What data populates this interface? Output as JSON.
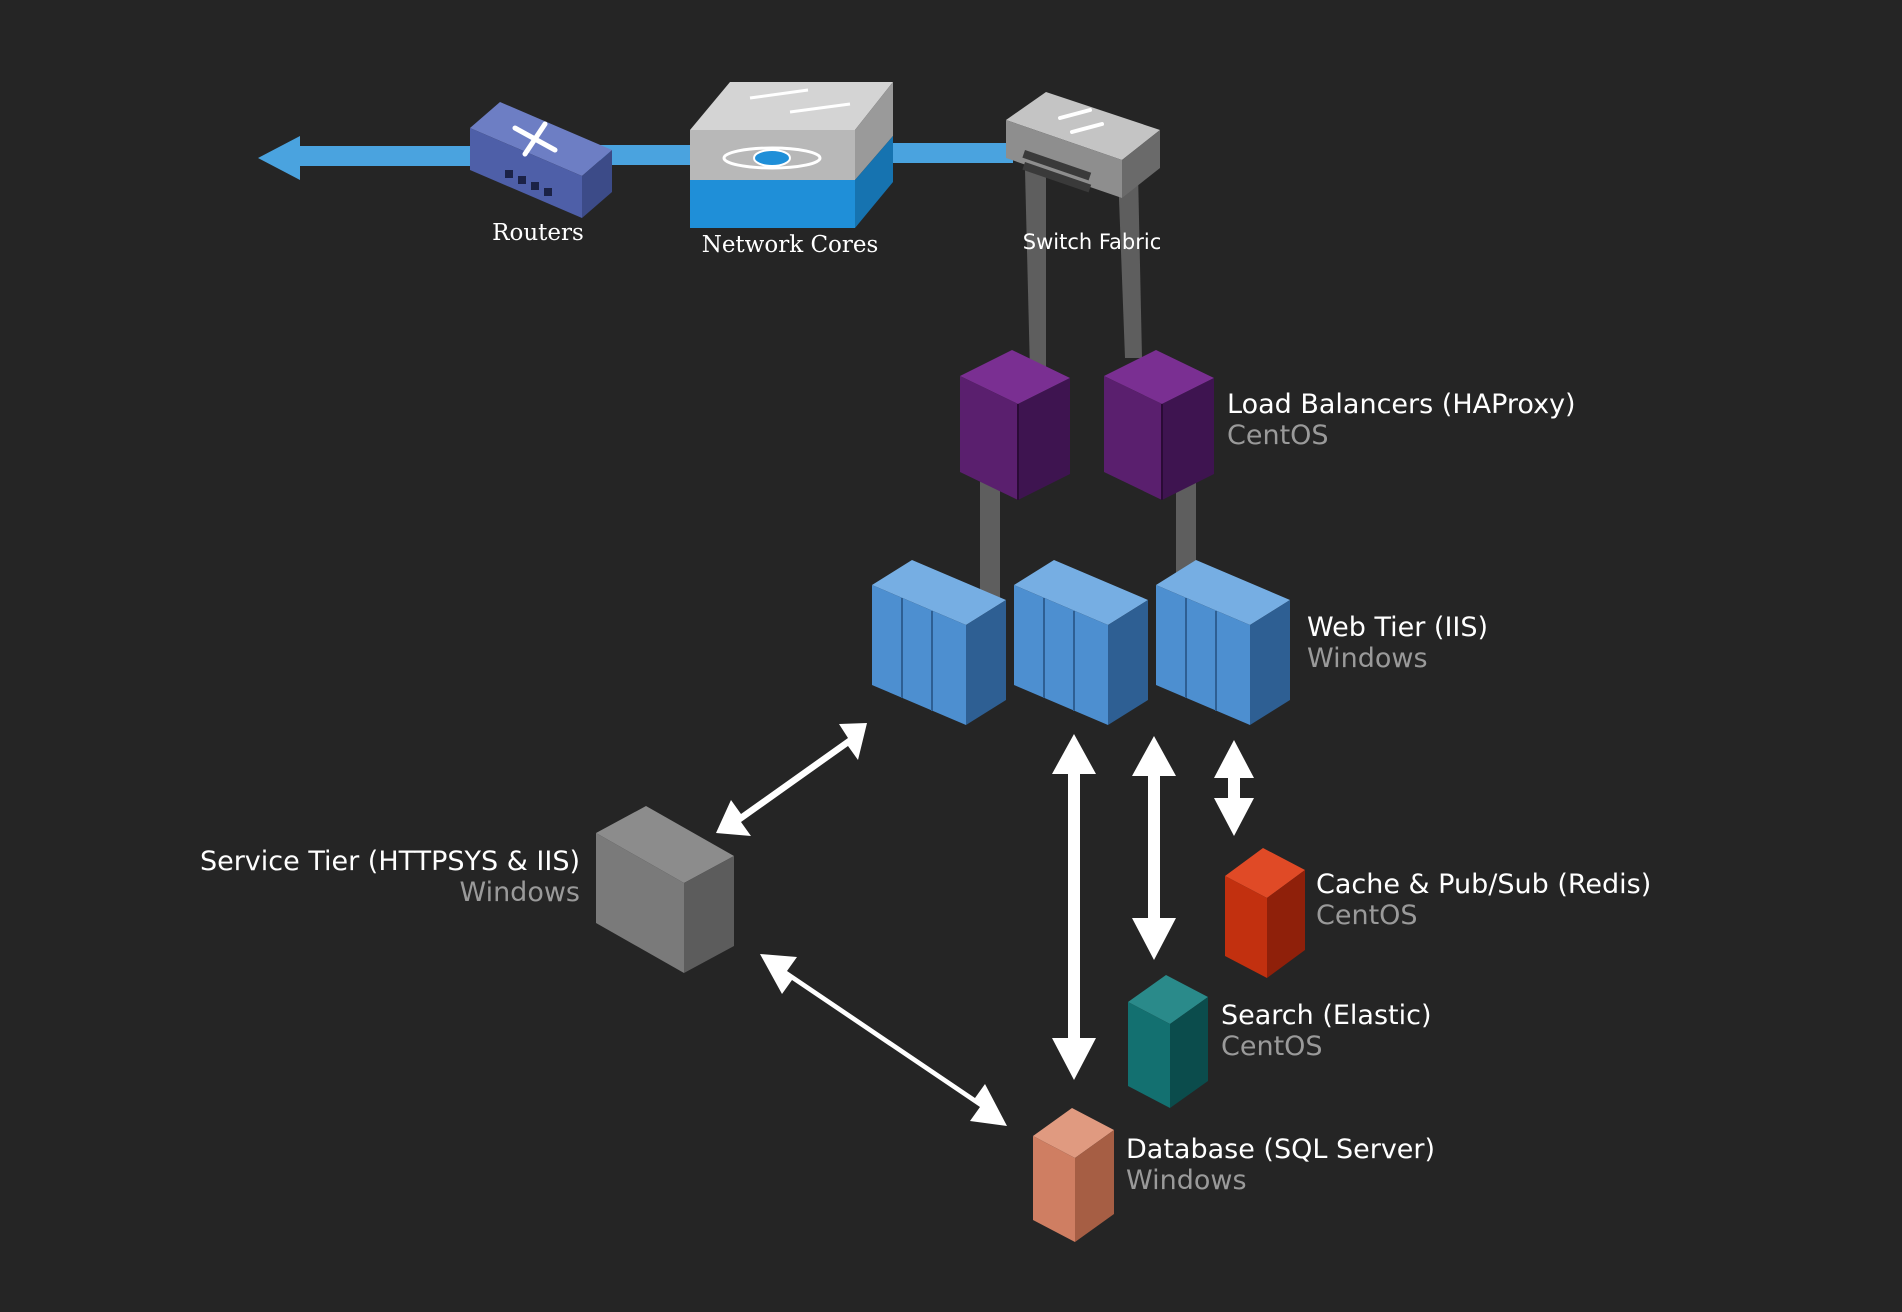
{
  "colors": {
    "background": "#252525",
    "uplink": "#4aa3df",
    "cable": "#5e5e5e",
    "arrow": "#ffffff",
    "router": "#4e5fa8",
    "core_top": "#c9c9c9",
    "core_band": "#1f8fd8",
    "switch": "#a8a8a8",
    "load_balancer": "#5a1f6e",
    "web_tier": "#4d8fd0",
    "service_tier": "#7a7a7a",
    "cache": "#c2300f",
    "search": "#137070",
    "database": "#cf7e62"
  },
  "network": {
    "routers": {
      "label": "Routers",
      "icon": "router-icon"
    },
    "cores": {
      "label": "Network Cores",
      "icon": "network-core-icon"
    },
    "switch": {
      "label": "Switch Fabric",
      "icon": "switch-icon"
    }
  },
  "tiers": {
    "load_balancers": {
      "title": "Load Balancers (HAProxy)",
      "os": "CentOS"
    },
    "web": {
      "title": "Web Tier (IIS)",
      "os": "Windows"
    },
    "service": {
      "title": "Service Tier (HTTPSYS & IIS)",
      "os": "Windows"
    },
    "cache": {
      "title": "Cache & Pub/Sub (Redis)",
      "os": "CentOS"
    },
    "search": {
      "title": "Search (Elastic)",
      "os": "CentOS"
    },
    "database": {
      "title": "Database (SQL Server)",
      "os": "Windows"
    }
  }
}
